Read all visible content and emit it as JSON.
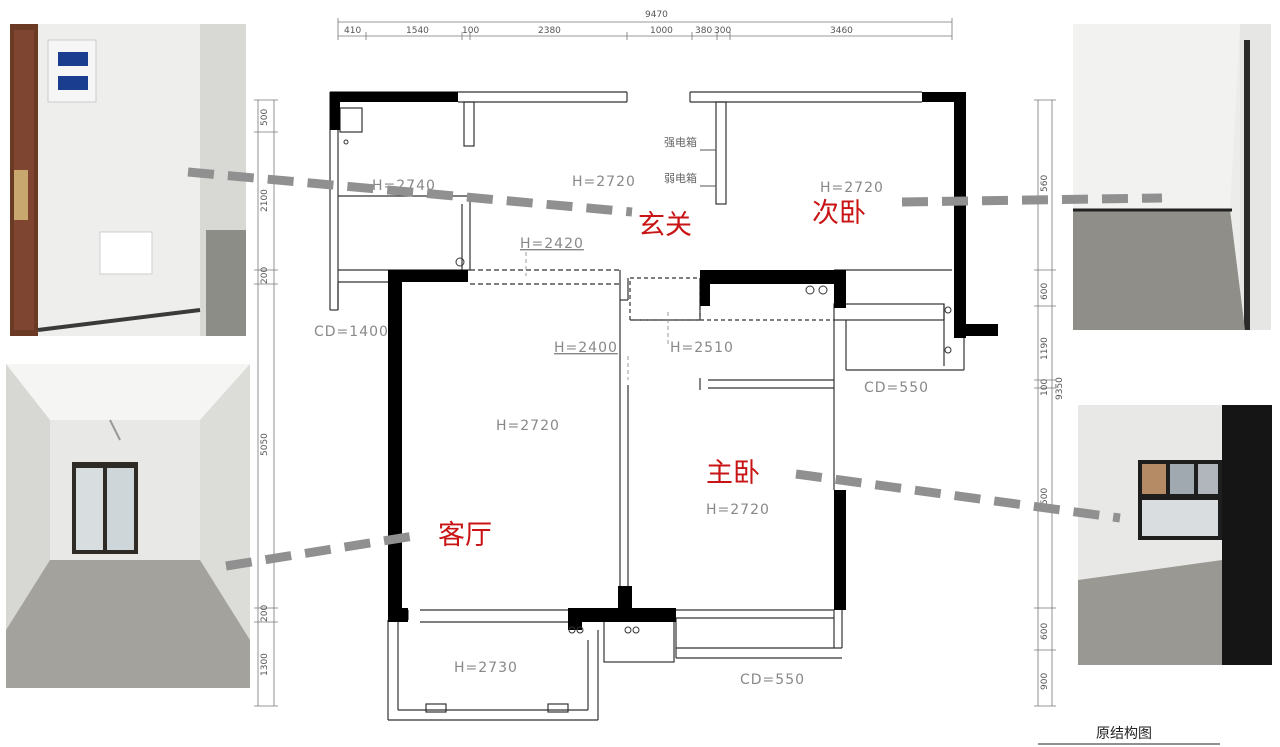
{
  "dimensions": {
    "overall_width": "9470",
    "top": [
      "410",
      "1540",
      "100",
      "2380",
      "1000",
      "380",
      "300",
      "3460"
    ],
    "left": [
      "500",
      "2100",
      "200",
      "5050",
      "200",
      "1300"
    ],
    "right": [
      "560",
      "600",
      "1190",
      "100",
      "500",
      "600",
      "900"
    ],
    "overall_height": "9350"
  },
  "heights": {
    "entry_left": "H=2740",
    "entry": "H=2720",
    "bedroom2": "H=2720",
    "corridor": "H=2420",
    "living_top": "H=2400",
    "bath": "H=2510",
    "living": "H=2720",
    "master": "H=2720",
    "balcony": "H=2730"
  },
  "openings": {
    "cd_left": "CD=1400",
    "cd_right": "CD=550",
    "cd_bottom": "CD=550"
  },
  "labels": {
    "strong_box": "强电箱",
    "weak_box": "弱电箱"
  },
  "rooms": {
    "entry": "玄关",
    "bedroom2": "次卧",
    "master": "主卧",
    "living": "客厅"
  },
  "caption": "原结构图"
}
